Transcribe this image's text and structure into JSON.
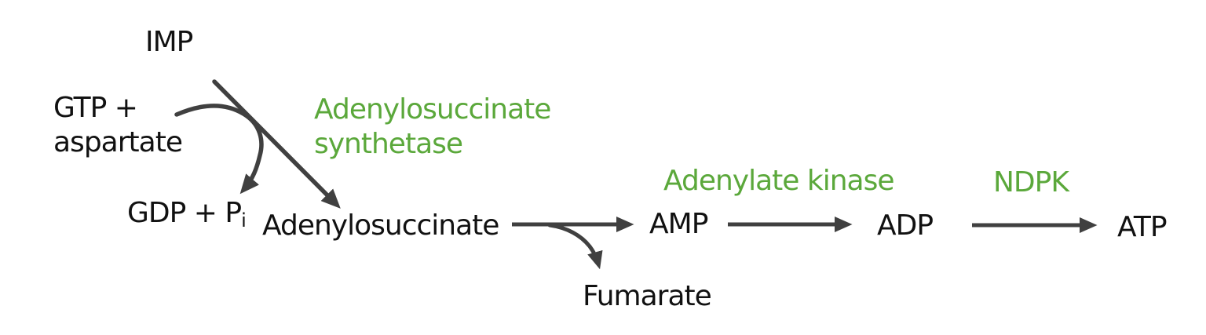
{
  "colors": {
    "background": "#ffffff",
    "text": "#111111",
    "enzyme": "#5ba83b",
    "arrow": "#404040"
  },
  "labels": {
    "imp": "IMP",
    "gtp_line1": "GTP +",
    "gtp_line2": "aspartate",
    "gdp_main": "GDP + P",
    "gdp_subscript": "i",
    "adenylosuccinate": "Adenylosuccinate",
    "amp": "AMP",
    "adp": "ADP",
    "atp": "ATP",
    "fumarate": "Fumarate",
    "enzyme_synthetase_line1": "Adenylosuccinate",
    "enzyme_synthetase_line2": "synthetase",
    "enzyme_adenylate_kinase": "Adenylate kinase",
    "enzyme_ndpk": "NDPK"
  },
  "reactions": [
    {
      "from": "IMP",
      "to": "Adenylosuccinate",
      "enzyme": "Adenylosuccinate synthetase",
      "consumes": "GTP + aspartate",
      "produces": "GDP + Pi"
    },
    {
      "from": "Adenylosuccinate",
      "to": "AMP",
      "byproduct": "Fumarate"
    },
    {
      "from": "AMP",
      "to": "ADP",
      "enzyme": "Adenylate kinase"
    },
    {
      "from": "ADP",
      "to": "ATP",
      "enzyme": "NDPK"
    }
  ]
}
